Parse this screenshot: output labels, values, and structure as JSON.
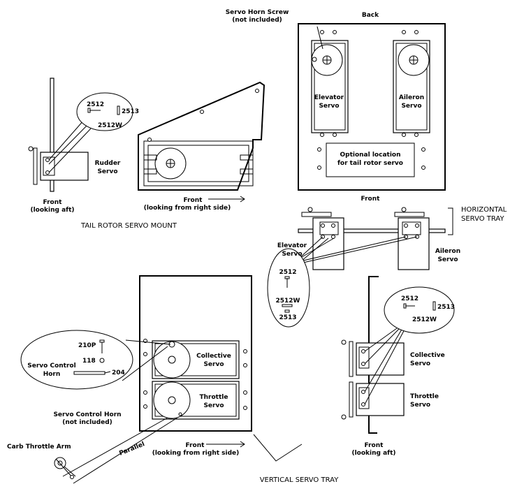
{
  "labels": {
    "servo_horn_screw": "Servo Horn Screw",
    "not_included_1": "(not included)",
    "back": "Back",
    "elevator_servo_top_1": "Elevator",
    "elevator_servo_top_2": "Servo",
    "aileron_servo_top_1": "Aileron",
    "aileron_servo_top_2": "Servo",
    "optional_location_1": "Optional location",
    "optional_location_2": "for tail rotor servo",
    "front_top": "Front",
    "horizontal_tray_1": "HORIZONTAL",
    "horizontal_tray_2": "SERVO TRAY",
    "elevator_servo_side_1": "Elevator",
    "elevator_servo_side_2": "Servo",
    "aileron_servo_side_1": "Aileron",
    "aileron_servo_side_2": "Servo",
    "part_2512_a": "2512",
    "part_2513_a": "2513",
    "part_2512w_a": "2512W",
    "rudder_servo_1": "Rudder",
    "rudder_servo_2": "Servo",
    "front_looking_aft_1": "Front",
    "front_looking_aft_2": "(looking aft)",
    "front_right_side_1": "Front",
    "front_right_side_2": "(looking from right side)",
    "tail_rotor_mount": "TAIL ROTOR SERVO MOUNT",
    "part_2512_b": "2512",
    "part_2512w_b": "2512W",
    "part_2513_b": "2513",
    "part_2512_c": "2512",
    "part_2513_c": "2513",
    "part_2512w_c": "2512W",
    "part_210p": "210P",
    "part_118": "118",
    "servo_control_horn_1": "Servo Control",
    "servo_control_horn_2": "Horn",
    "part_204": "204",
    "collective_servo_1": "Collective",
    "collective_servo_2": "Servo",
    "throttle_servo_1": "Throttle",
    "throttle_servo_2": "Servo",
    "servo_control_horn_note_1": "Servo Control Horn",
    "servo_control_horn_note_2": "(not included)",
    "carb_throttle_arm": "Carb Throttle Arm",
    "parallel": "Parallel",
    "front_right_side_b_1": "Front",
    "front_right_side_b_2": "(looking from right side)",
    "collective_servo_side_1": "Collective",
    "collective_servo_side_2": "Servo",
    "throttle_servo_side_1": "Throttle",
    "throttle_servo_side_2": "Servo",
    "front_looking_aft_b_1": "Front",
    "front_looking_aft_b_2": "(looking aft)",
    "vertical_tray": "VERTICAL SERVO TRAY"
  }
}
